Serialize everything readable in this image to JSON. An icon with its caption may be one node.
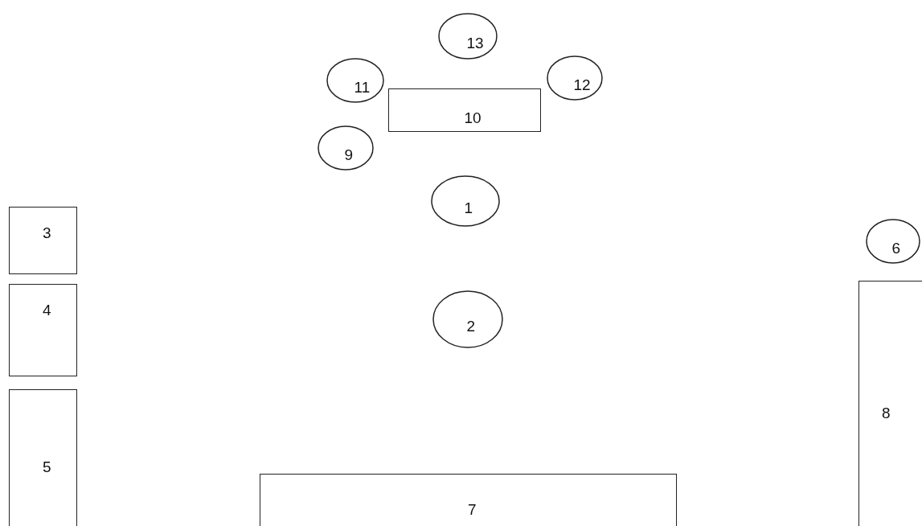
{
  "diagram": {
    "nodes": [
      {
        "text": [
          "13"
        ]
      },
      {
        "text": [
          "11"
        ]
      },
      {
        "text": [
          "12"
        ]
      },
      {
        "text": [
          "10"
        ]
      },
      {
        "text": [
          "9"
        ]
      },
      {
        "text": [
          "1"
        ]
      },
      {
        "text": [
          "3"
        ]
      },
      {
        "text": [
          "6"
        ]
      },
      {
        "text": [
          "4"
        ]
      },
      {
        "text": [
          "2"
        ]
      },
      {
        "text": [
          "8"
        ]
      },
      {
        "text": [
          "5"
        ]
      },
      {
        "text": [
          "7"
        ]
      }
    ]
  }
}
